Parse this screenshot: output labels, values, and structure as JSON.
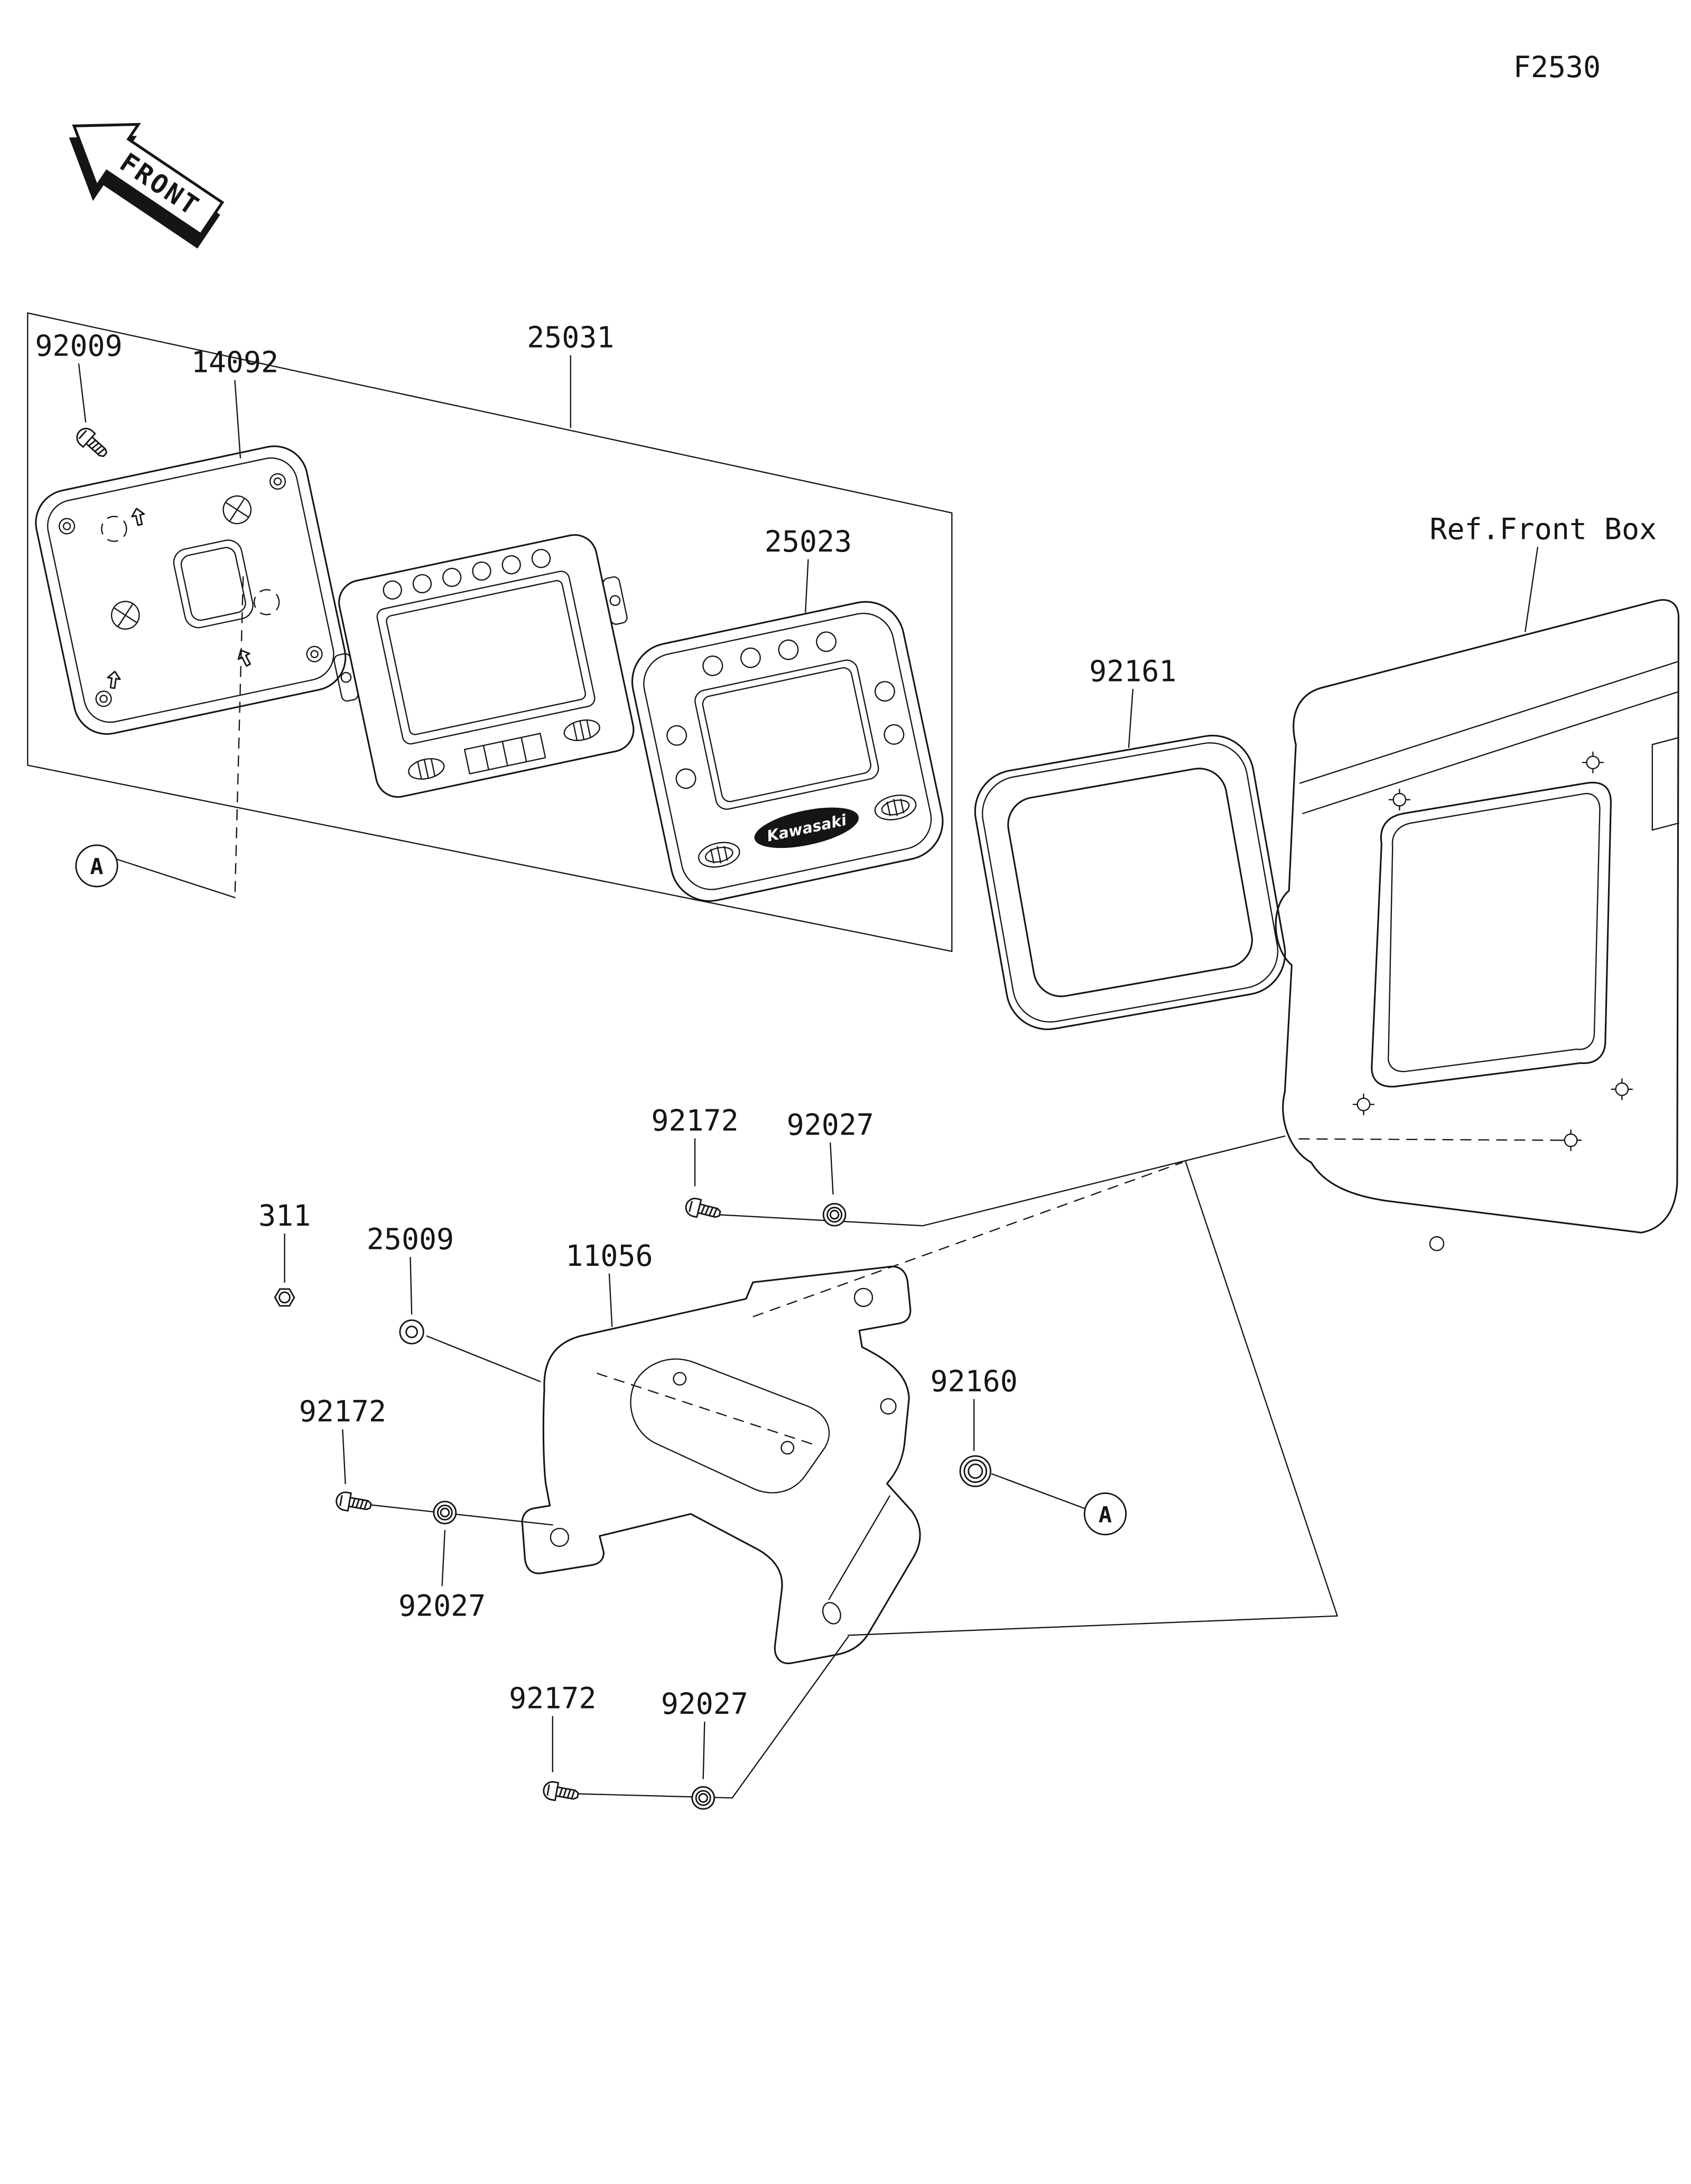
{
  "figure_code": "F2530",
  "front_marker": "FRONT",
  "ref_front_box": "Ref.Front Box",
  "detail_marker": "A",
  "brand_badge": "Kawasaki",
  "parts": {
    "screw_92009": "92009",
    "cover_14092": "14092",
    "meter_assy_25031": "25031",
    "case_25023": "25023",
    "ring_92161": "92161",
    "screw_92172_top": "92172",
    "collar_92027_top": "92027",
    "nut_311": "311",
    "washer_25009": "25009",
    "bracket_11056": "11056",
    "grommet_92160": "92160",
    "screw_92172_left": "92172",
    "collar_92027_left": "92027",
    "screw_92172_bottom": "92172",
    "collar_92027_bottom": "92027"
  },
  "colors": {
    "line": "#151515",
    "background": "#ffffff"
  }
}
